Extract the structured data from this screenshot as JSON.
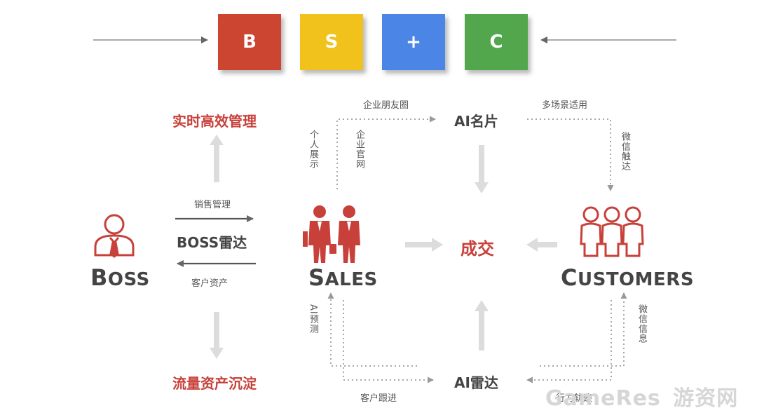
{
  "blocks": [
    {
      "label": "B",
      "color": "#cc4531"
    },
    {
      "label": "S",
      "color": "#f1c21b"
    },
    {
      "label": "+",
      "color": "#4b86e6"
    },
    {
      "label": "C",
      "color": "#52a64c"
    }
  ],
  "left": {
    "top_title": "实时高效管理",
    "bottom_title": "流量资产沉淀",
    "boss_label_cap": "B",
    "boss_label_rest": "OSS",
    "arrow_top_label": "销售管理",
    "center_label": "BOSS雷达",
    "arrow_bottom_label": "客户资产"
  },
  "sales": {
    "label_cap": "S",
    "label_rest": "ALES"
  },
  "customers": {
    "label_cap": "C",
    "label_rest": "USTOMERS"
  },
  "center": {
    "ai_card": "AI名片",
    "deal": "成交",
    "ai_radar": "AI雷达"
  },
  "edges": {
    "enterprise_moments": "企业朋友圈",
    "multi_scene": "多场景适用",
    "personal_display": "个人展示",
    "enterprise_site": "企业官网",
    "wechat_reach": "微信触达",
    "ai_predict": "AI预测",
    "wechat_info": "微信信息",
    "customer_follow": "客户跟进",
    "behavior_track": "行为轨迹"
  },
  "watermark": {
    "brand": "GameRes",
    "cn": "游资网"
  },
  "colors": {
    "accent_red": "#c8403a",
    "text_dark": "#444444",
    "arrow_gray": "#d9d9d9",
    "dotted_gray": "#aaaaaa"
  }
}
